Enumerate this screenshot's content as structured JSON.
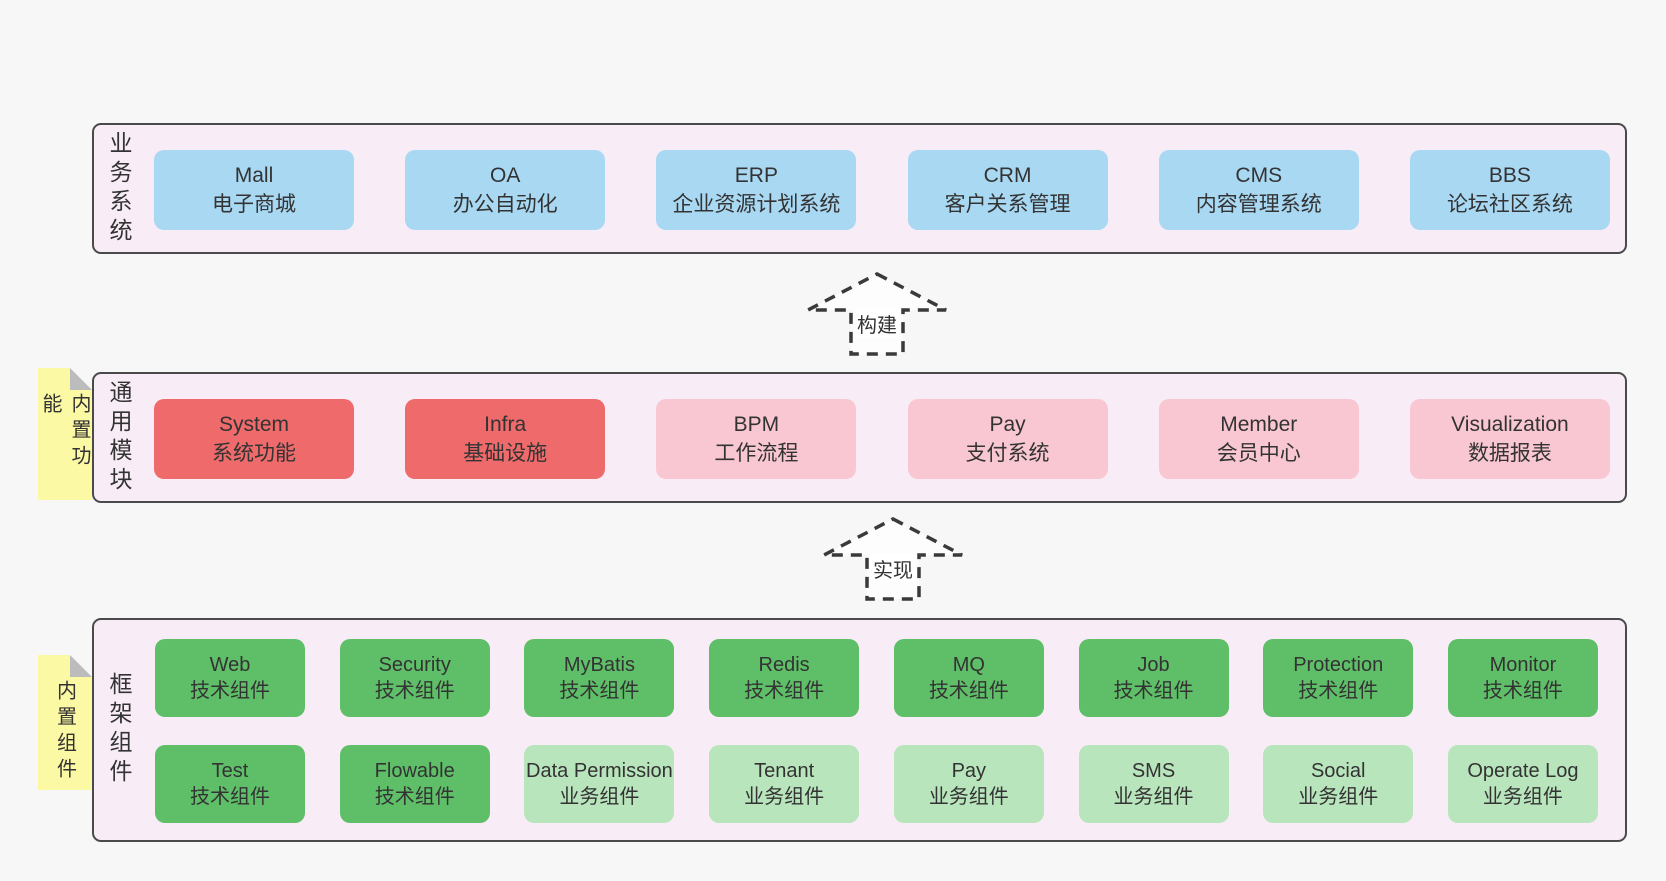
{
  "layers": {
    "business": {
      "label": "业务系统",
      "items": [
        {
          "name": "Mall",
          "desc": "电子商城"
        },
        {
          "name": "OA",
          "desc": "办公自动化"
        },
        {
          "name": "ERP",
          "desc": "企业资源计划系统"
        },
        {
          "name": "CRM",
          "desc": "客户关系管理"
        },
        {
          "name": "CMS",
          "desc": "内容管理系统"
        },
        {
          "name": "BBS",
          "desc": "论坛社区系统"
        }
      ]
    },
    "common": {
      "label": "通用模块",
      "note": "内置功能",
      "items": [
        {
          "name": "System",
          "desc": "系统功能"
        },
        {
          "name": "Infra",
          "desc": "基础设施"
        },
        {
          "name": "BPM",
          "desc": "工作流程"
        },
        {
          "name": "Pay",
          "desc": "支付系统"
        },
        {
          "name": "Member",
          "desc": "会员中心"
        },
        {
          "name": "Visualization",
          "desc": "数据报表"
        }
      ]
    },
    "framework": {
      "label": "框架组件",
      "note": "内置组件",
      "row1": [
        {
          "name": "Web",
          "desc": "技术组件"
        },
        {
          "name": "Security",
          "desc": "技术组件"
        },
        {
          "name": "MyBatis",
          "desc": "技术组件"
        },
        {
          "name": "Redis",
          "desc": "技术组件"
        },
        {
          "name": "MQ",
          "desc": "技术组件"
        },
        {
          "name": "Job",
          "desc": "技术组件"
        },
        {
          "name": "Protection",
          "desc": "技术组件"
        },
        {
          "name": "Monitor",
          "desc": "技术组件"
        }
      ],
      "row2": [
        {
          "name": "Test",
          "desc": "技术组件"
        },
        {
          "name": "Flowable",
          "desc": "技术组件"
        },
        {
          "name": "Data Permission",
          "desc": "业务组件"
        },
        {
          "name": "Tenant",
          "desc": "业务组件"
        },
        {
          "name": "Pay",
          "desc": "业务组件"
        },
        {
          "name": "SMS",
          "desc": "业务组件"
        },
        {
          "name": "Social",
          "desc": "业务组件"
        },
        {
          "name": "Operate Log",
          "desc": "业务组件"
        }
      ]
    }
  },
  "arrows": {
    "build": "构建",
    "implement": "实现"
  },
  "colors": {
    "page_bg": "#f7f7f7",
    "section_bg": "#f8edf6",
    "section_border": "#4a4a4a",
    "blue": "#a9d8f3",
    "red": "#ee6a6b",
    "pink": "#f9c7d2",
    "green": "#5fbf68",
    "green_light": "#b9e5bd",
    "note_yellow": "#fbf9a3",
    "arrow_dash": "#3a3a3a",
    "text": "#333333"
  }
}
